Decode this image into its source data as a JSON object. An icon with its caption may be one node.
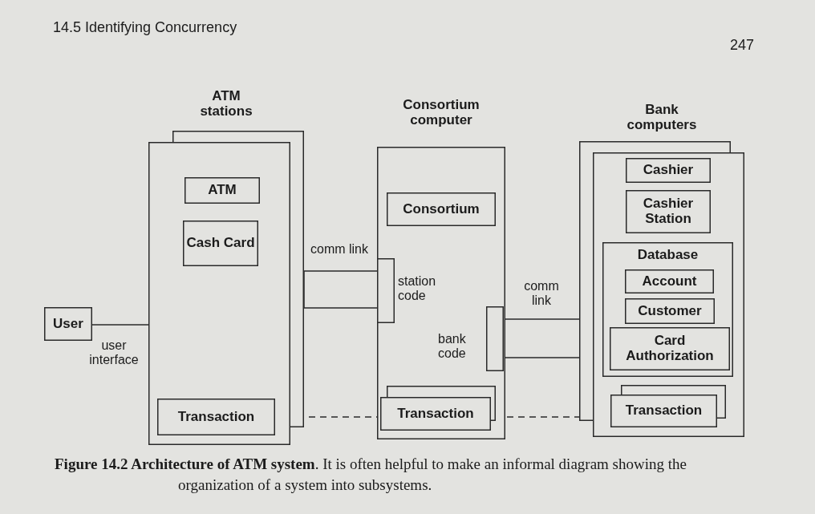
{
  "diagram": {
    "caption": "**Figure 14.2 Architecture of ATM system**. It is often helpful to make an informal diagram showing the organization of a system into subsystems.",
    "nodes": [
      {
        "text": [
          "ATM stations"
        ]
      },
      {
        "text": [
          "ATM"
        ],
        "in": 0
      },
      {
        "text": [
          "Cash Card"
        ],
        "in": 0
      },
      {
        "text": [
          "Transaction"
        ],
        "in": 0
      },
      {
        "text": [
          "User"
        ]
      },
      {
        "text": [
          "Consortium computer"
        ]
      },
      {
        "text": [
          "Consortium"
        ],
        "in": 5
      },
      {
        "text": [],
        "shape": "box",
        "in": 5,
        "beside": [
          "station code"
        ]
      },
      {
        "text": [],
        "shape": "box",
        "in": 5,
        "beside": [
          "bank code"
        ]
      },
      {
        "text": [
          "Transaction"
        ],
        "in": 5
      },
      {
        "text": [
          "Bank computers"
        ]
      },
      {
        "text": [
          "Cashier"
        ],
        "in": 10
      },
      {
        "text": [
          "Cashier Station"
        ],
        "in": 10
      },
      {
        "text": [
          "Database"
        ],
        "in": 10
      },
      {
        "text": [
          "Account"
        ],
        "in": 13
      },
      {
        "text": [
          "Customer"
        ],
        "in": 13
      },
      {
        "text": [
          "Card Authorization"
        ],
        "in": 13
      },
      {
        "text": [
          "Transaction"
        ],
        "in": 10
      }
    ],
    "edges": [
      {
        "from": 4,
        "to": 0,
        "arrow": "none",
        "label": "user interface"
      },
      {
        "from": 0,
        "to": 7,
        "arrow": "none",
        "label": "comm link"
      },
      {
        "from": 8,
        "to": 10,
        "arrow": "none",
        "label": "comm link"
      },
      {
        "from": 3,
        "to": 9,
        "arrow": "none",
        "style": "dashed"
      },
      {
        "from": 9,
        "to": 17,
        "arrow": "none",
        "style": "dashed"
      }
    ],
    "labels": [
      "14.5 Identifying Concurrency",
      "247"
    ]
  }
}
